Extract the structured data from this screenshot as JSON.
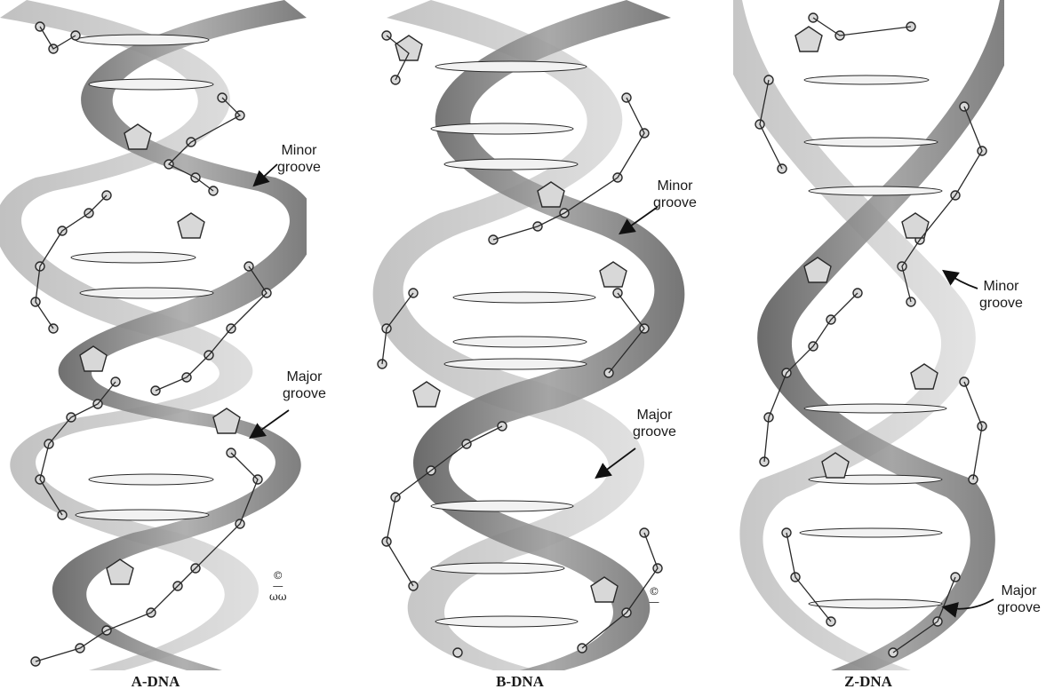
{
  "panels": [
    {
      "id": "a",
      "caption": "A-DNA",
      "grooves": {
        "minor": {
          "line1": "Minor",
          "line2": "groove"
        },
        "major": {
          "line1": "Major",
          "line2": "groove"
        }
      }
    },
    {
      "id": "b",
      "caption": "B-DNA",
      "grooves": {
        "minor": {
          "line1": "Minor",
          "line2": "groove"
        },
        "major": {
          "line1": "Major",
          "line2": "groove"
        }
      }
    },
    {
      "id": "z",
      "caption": "Z-DNA",
      "grooves": {
        "minor": {
          "line1": "Minor",
          "line2": "groove"
        },
        "major": {
          "line1": "Major",
          "line2": "groove"
        }
      }
    }
  ],
  "colors": {
    "ribbon_dark": "#6e6e6e",
    "ribbon_mid": "#9a9a9a",
    "ribbon_light": "#c9c9c9",
    "atom_stroke": "#2a2a2a",
    "atom_fill": "#d8d8d8",
    "base_fill": "#f2f2f2"
  }
}
